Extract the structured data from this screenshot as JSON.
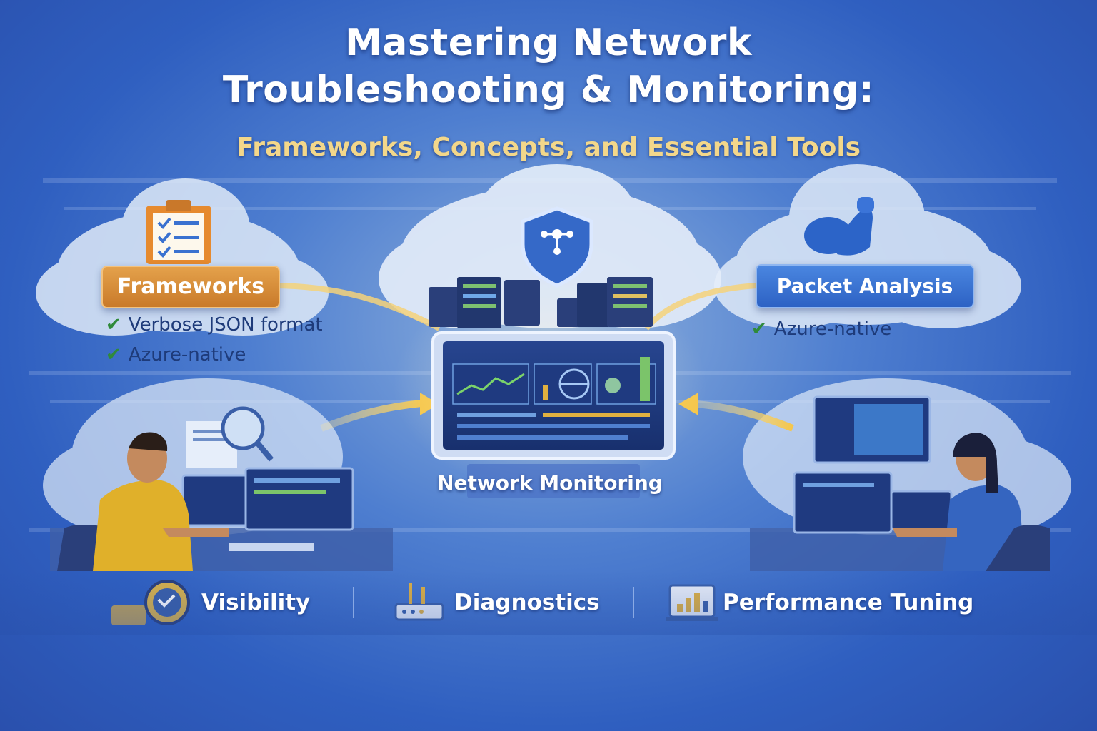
{
  "header": {
    "title_line1": "Mastering Network",
    "title_line2": "Troubleshooting & Monitoring:",
    "subtitle": "Frameworks, Concepts, and Essential Tools"
  },
  "frameworks": {
    "label": "Frameworks",
    "items": [
      "Verbose JSON format",
      "Azure-native"
    ],
    "icon": "clipboard-checklist-icon"
  },
  "packet_analysis": {
    "label": "Packet Analysis",
    "items": [
      "Azure-native"
    ],
    "icon": "flexed-arm-icon"
  },
  "center": {
    "label": "Network Monitoring",
    "shield_icon": "shield-network-icon"
  },
  "pillars": [
    {
      "label": "Visibility",
      "icon": "eye-badge-icon"
    },
    {
      "label": "Diagnostics",
      "icon": "router-icon"
    },
    {
      "label": "Performance Tuning",
      "icon": "bar-chart-monitor-icon"
    }
  ],
  "colors": {
    "background": "#3a66c4",
    "frameworks_accent": "#d58a34",
    "packet_accent": "#3a74d8",
    "title": "#ffffff",
    "subtitle": "#f3d78a",
    "check": "#2f8a3a"
  }
}
